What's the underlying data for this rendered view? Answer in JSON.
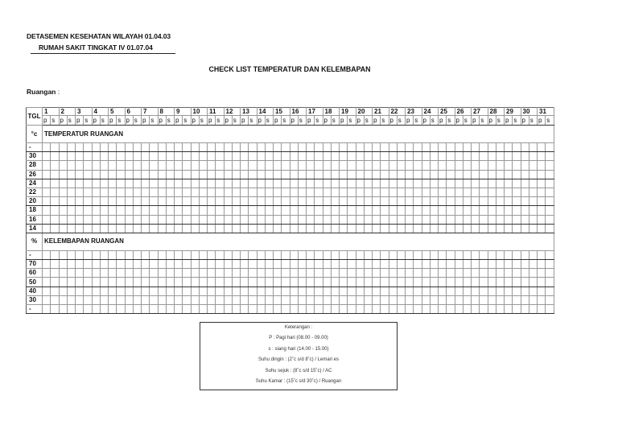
{
  "header": {
    "line1": "DETASEMEN KESEHATAN WILAYAH 01.04.03",
    "line2": "RUMAH SAKIT TINGKAT IV 01.07.04"
  },
  "title": "CHECK LIST TEMPERATUR DAN KELEMBAPAN",
  "ruangan": {
    "label": "Ruangan",
    "colon": " :"
  },
  "table": {
    "tgl_label": "TGL",
    "days": [
      "1",
      "2",
      "3",
      "4",
      "5",
      "6",
      "7",
      "8",
      "9",
      "10",
      "11",
      "12",
      "13",
      "14",
      "15",
      "16",
      "17",
      "18",
      "19",
      "20",
      "21",
      "22",
      "23",
      "24",
      "25",
      "26",
      "27",
      "28",
      "29",
      "30",
      "31"
    ],
    "sub_labels": [
      "p",
      "s"
    ],
    "temperature": {
      "unit": "°c",
      "title": "TEMPERATUR RUANGAN",
      "scale": [
        "-",
        "30",
        "28",
        "26",
        "24",
        "22",
        "20",
        "18",
        "16",
        "14"
      ]
    },
    "humidity": {
      "unit": "%",
      "title": "KELEMBAPAN RUANGAN",
      "scale": [
        "-",
        "70",
        "60",
        "50",
        "40",
        "30",
        "-"
      ]
    }
  },
  "legend": {
    "title": "Keterangan :",
    "items": [
      "P : Pagi hari (08.00 - 09.00)",
      "s  : siang hari (14.00 - 15.00)",
      "Suhu dingin : (2˚c s/d 8˚c) / Lemari es",
      "Suhu sejuk : (8˚c s/d 15˚c) / AC",
      "Suhu Kamar : (15˚c s/d 30˚c) / Ruangan"
    ]
  }
}
